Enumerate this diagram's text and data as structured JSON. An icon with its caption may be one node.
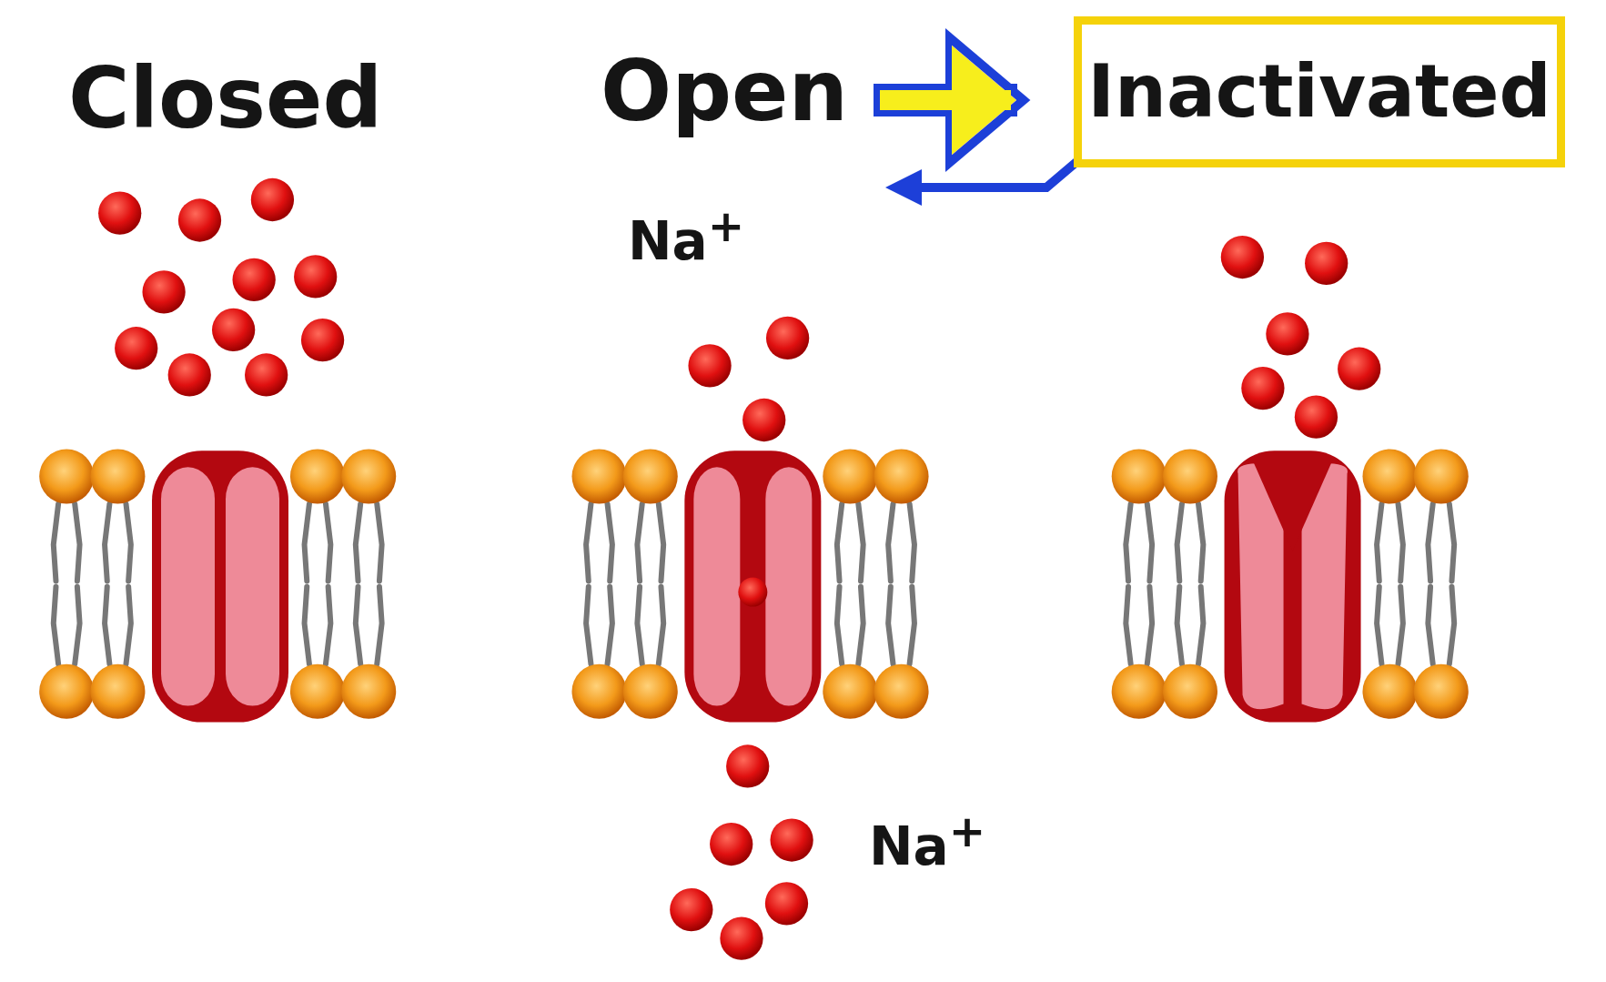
{
  "diagram": {
    "nodes": [
      {
        "text": [
          "Open"
        ]
      },
      {
        "text": [
          "Inactivated"
        ]
      }
    ],
    "edges": [
      {
        "from": 0,
        "to": 1,
        "arrow": "to",
        "style": "thick",
        "color": "#1d3fd8"
      },
      {
        "from": 1,
        "to": 0,
        "arrow": "to",
        "color": "#1d3fd8"
      }
    ],
    "labels": [
      "Closed",
      "Na$^{+}$",
      "Na$^{+}$"
    ]
  }
}
